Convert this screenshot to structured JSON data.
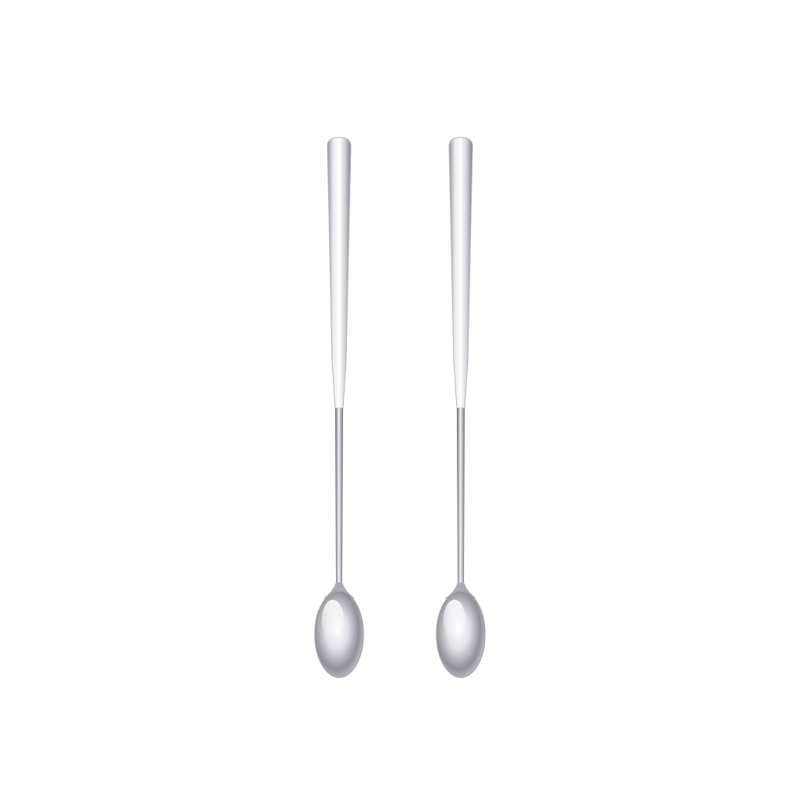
{
  "scene": {
    "background_color": "#ffffff",
    "objects": [
      {
        "kind": "long-handled-spoon",
        "material": "stainless-steel",
        "color": "#c9ccd1"
      },
      {
        "kind": "long-handled-spoon",
        "material": "stainless-steel",
        "color": "#c9ccd1"
      }
    ]
  }
}
